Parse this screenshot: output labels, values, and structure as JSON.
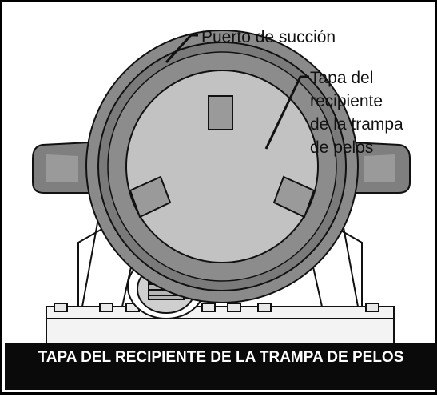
{
  "figure": {
    "callouts": {
      "suction_port": "Puerto de succión",
      "lid": "Tapa del\nrecipiente\nde la trampa\nde pelos"
    },
    "caption": "TAPA DEL RECIPIENTE DE LA TRAMPA DE PELOS"
  },
  "colors": {
    "lid_fill": "#7a7a7a",
    "lid_ring": "#8a8a8a",
    "inner_disc": "#c2c2c2",
    "body_fill": "#ffffff",
    "ink": "#111111",
    "caption_bg": "#0a0a0a"
  }
}
